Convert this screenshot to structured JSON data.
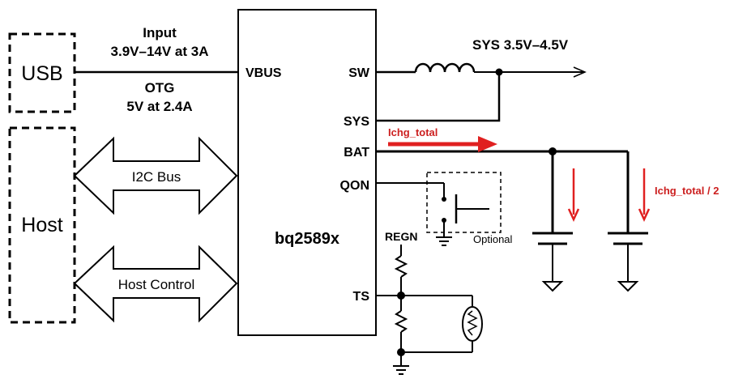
{
  "blocks": {
    "usb": "USB",
    "host": "Host",
    "chip": "bq2589x",
    "optional": "Optional"
  },
  "labels": {
    "input_title": "Input",
    "input_range": "3.9V–14V at 3A",
    "otg_title": "OTG",
    "otg_value": "5V at 2.4A",
    "sys_output": "SYS 3.5V–4.5V",
    "i2c_bus": "I2C Bus",
    "host_control": "Host Control",
    "regn": "REGN",
    "ichg_total": "Ichg_total",
    "ichg_half": "Ichg_total / 2"
  },
  "pins": {
    "vbus": "VBUS",
    "sw": "SW",
    "sys": "SYS",
    "bat": "BAT",
    "qon": "QON",
    "ts": "TS"
  },
  "colors": {
    "line": "#000000",
    "current_arrow": "#e02020",
    "current_label": "#cc1f1f"
  }
}
